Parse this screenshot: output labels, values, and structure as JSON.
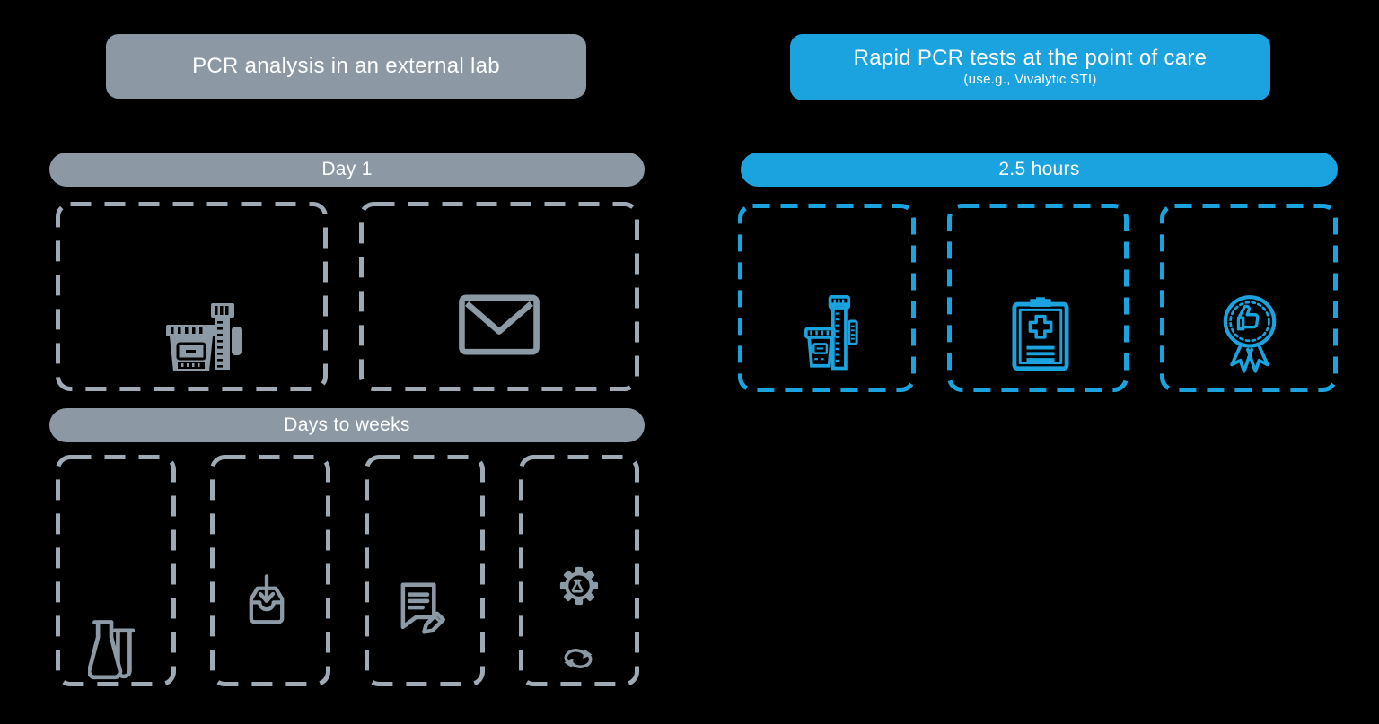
{
  "background": "#000000",
  "colors": {
    "bg": "#000000",
    "white": "#FFFFFF",
    "gray_fill": "#8C99A5",
    "gray_dash": "#9FAAB5",
    "gray_icon": "#8C9AA6",
    "blue": "#1AA3DE"
  },
  "left_panel": {
    "header": "PCR analysis in an external lab",
    "stages": [
      {
        "label": "Day 1",
        "steps": [
          {
            "icon": "sample-collection-icon"
          },
          {
            "icon": "envelope-icon"
          }
        ]
      },
      {
        "label": "Days to weeks",
        "steps": [
          {
            "icon": "lab-flasks-icon"
          },
          {
            "icon": "receive-sample-icon"
          },
          {
            "icon": "report-edit-icon"
          },
          {
            "icons": [
              "automation-gear-icon",
              "repeat-icon"
            ]
          }
        ]
      }
    ]
  },
  "right_panel": {
    "header": "Rapid PCR tests at the point of care",
    "subheader": "(use.g., Vivalytic STI)",
    "stages": [
      {
        "label": "2.5 hours",
        "steps": [
          {
            "icon": "rapid-test-icon"
          },
          {
            "icon": "medical-report-icon"
          },
          {
            "icon": "quality-badge-icon"
          }
        ]
      }
    ]
  }
}
